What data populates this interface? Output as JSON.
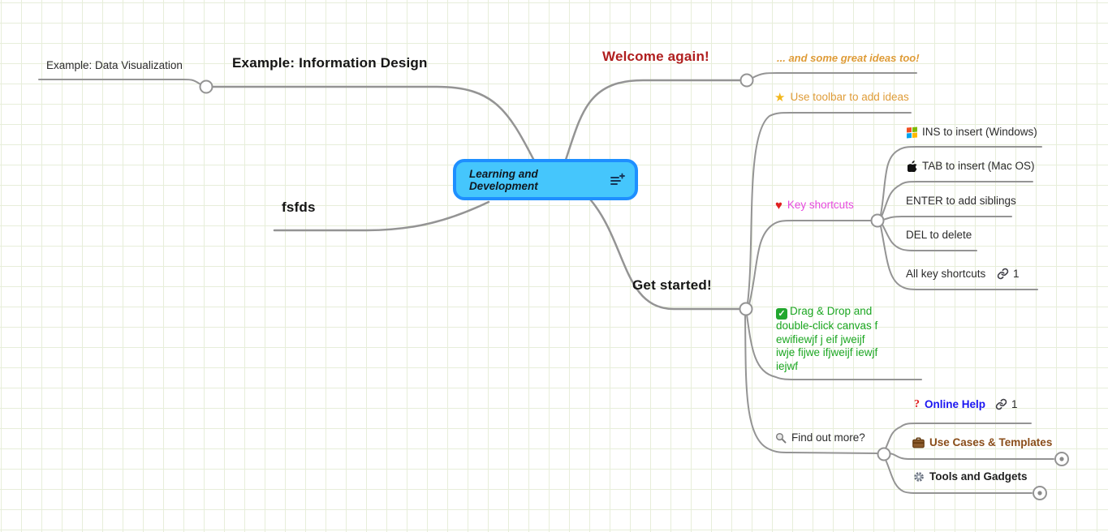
{
  "root_node": {
    "label": "Learning and Development"
  },
  "left": {
    "data_viz": "Example: Data Visualization",
    "info_design": "Example: Information Design",
    "fsfds": "fsfds"
  },
  "right": {
    "welcome": "Welcome again!",
    "great_ideas": "... and some great ideas too!",
    "use_toolbar": "Use toolbar to add ideas",
    "get_started": "Get started!",
    "key_shortcuts": "Key shortcuts",
    "ins_insert": "INS to insert (Windows)",
    "tab_insert": "TAB to insert (Mac OS)",
    "enter_siblings": "ENTER to add siblings",
    "del_delete": "DEL to delete",
    "all_shortcuts": "All key shortcuts",
    "all_shortcuts_link_count": "1",
    "drag_drop": "Drag & Drop and double-click canvas f ewifiewjf j eif jweijf iwje fijwe ifjweijf iewjf iejwf",
    "find_out": "Find out more?",
    "online_help": "Online Help",
    "online_help_link_count": "1",
    "use_cases": "Use Cases & Templates",
    "tools": "Tools and Gadgets"
  },
  "icons": {
    "star": "★",
    "heart": "♥",
    "check": "✓",
    "question": "?"
  },
  "colors": {
    "root_fill": "#45c6fc",
    "root_border": "#1e8fff",
    "welcome_red": "#b01e1e",
    "idea_orange": "#df9c38",
    "shortcut_magenta": "#e64ade",
    "dragdrop_green": "#1ba621",
    "link_blue": "#1b16f1",
    "usecases_brown": "#8a4d1a",
    "connector_gray": "#949494",
    "grid_line": "#e7eeda"
  }
}
